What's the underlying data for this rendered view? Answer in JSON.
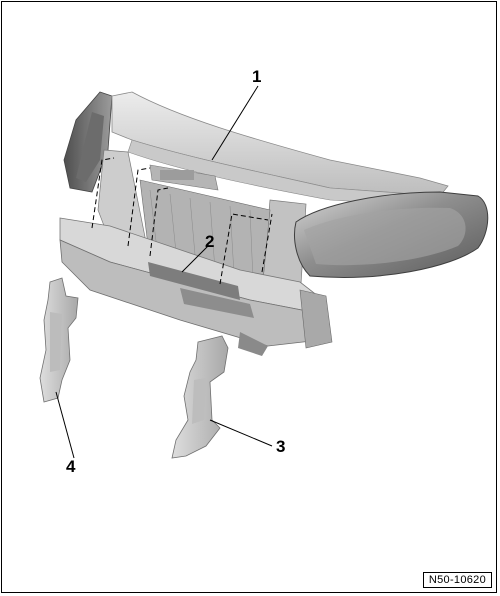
{
  "figure": {
    "reference": "N50-10620",
    "callouts": [
      "1",
      "2",
      "3",
      "4"
    ]
  },
  "colors": {
    "frame": "#000000",
    "body_light": "#e3e3e3",
    "body_mid": "#c4c4c4",
    "body_dark": "#9a9a9a",
    "headlight": "#7f7f7f",
    "shadow": "#5e5e5e"
  }
}
